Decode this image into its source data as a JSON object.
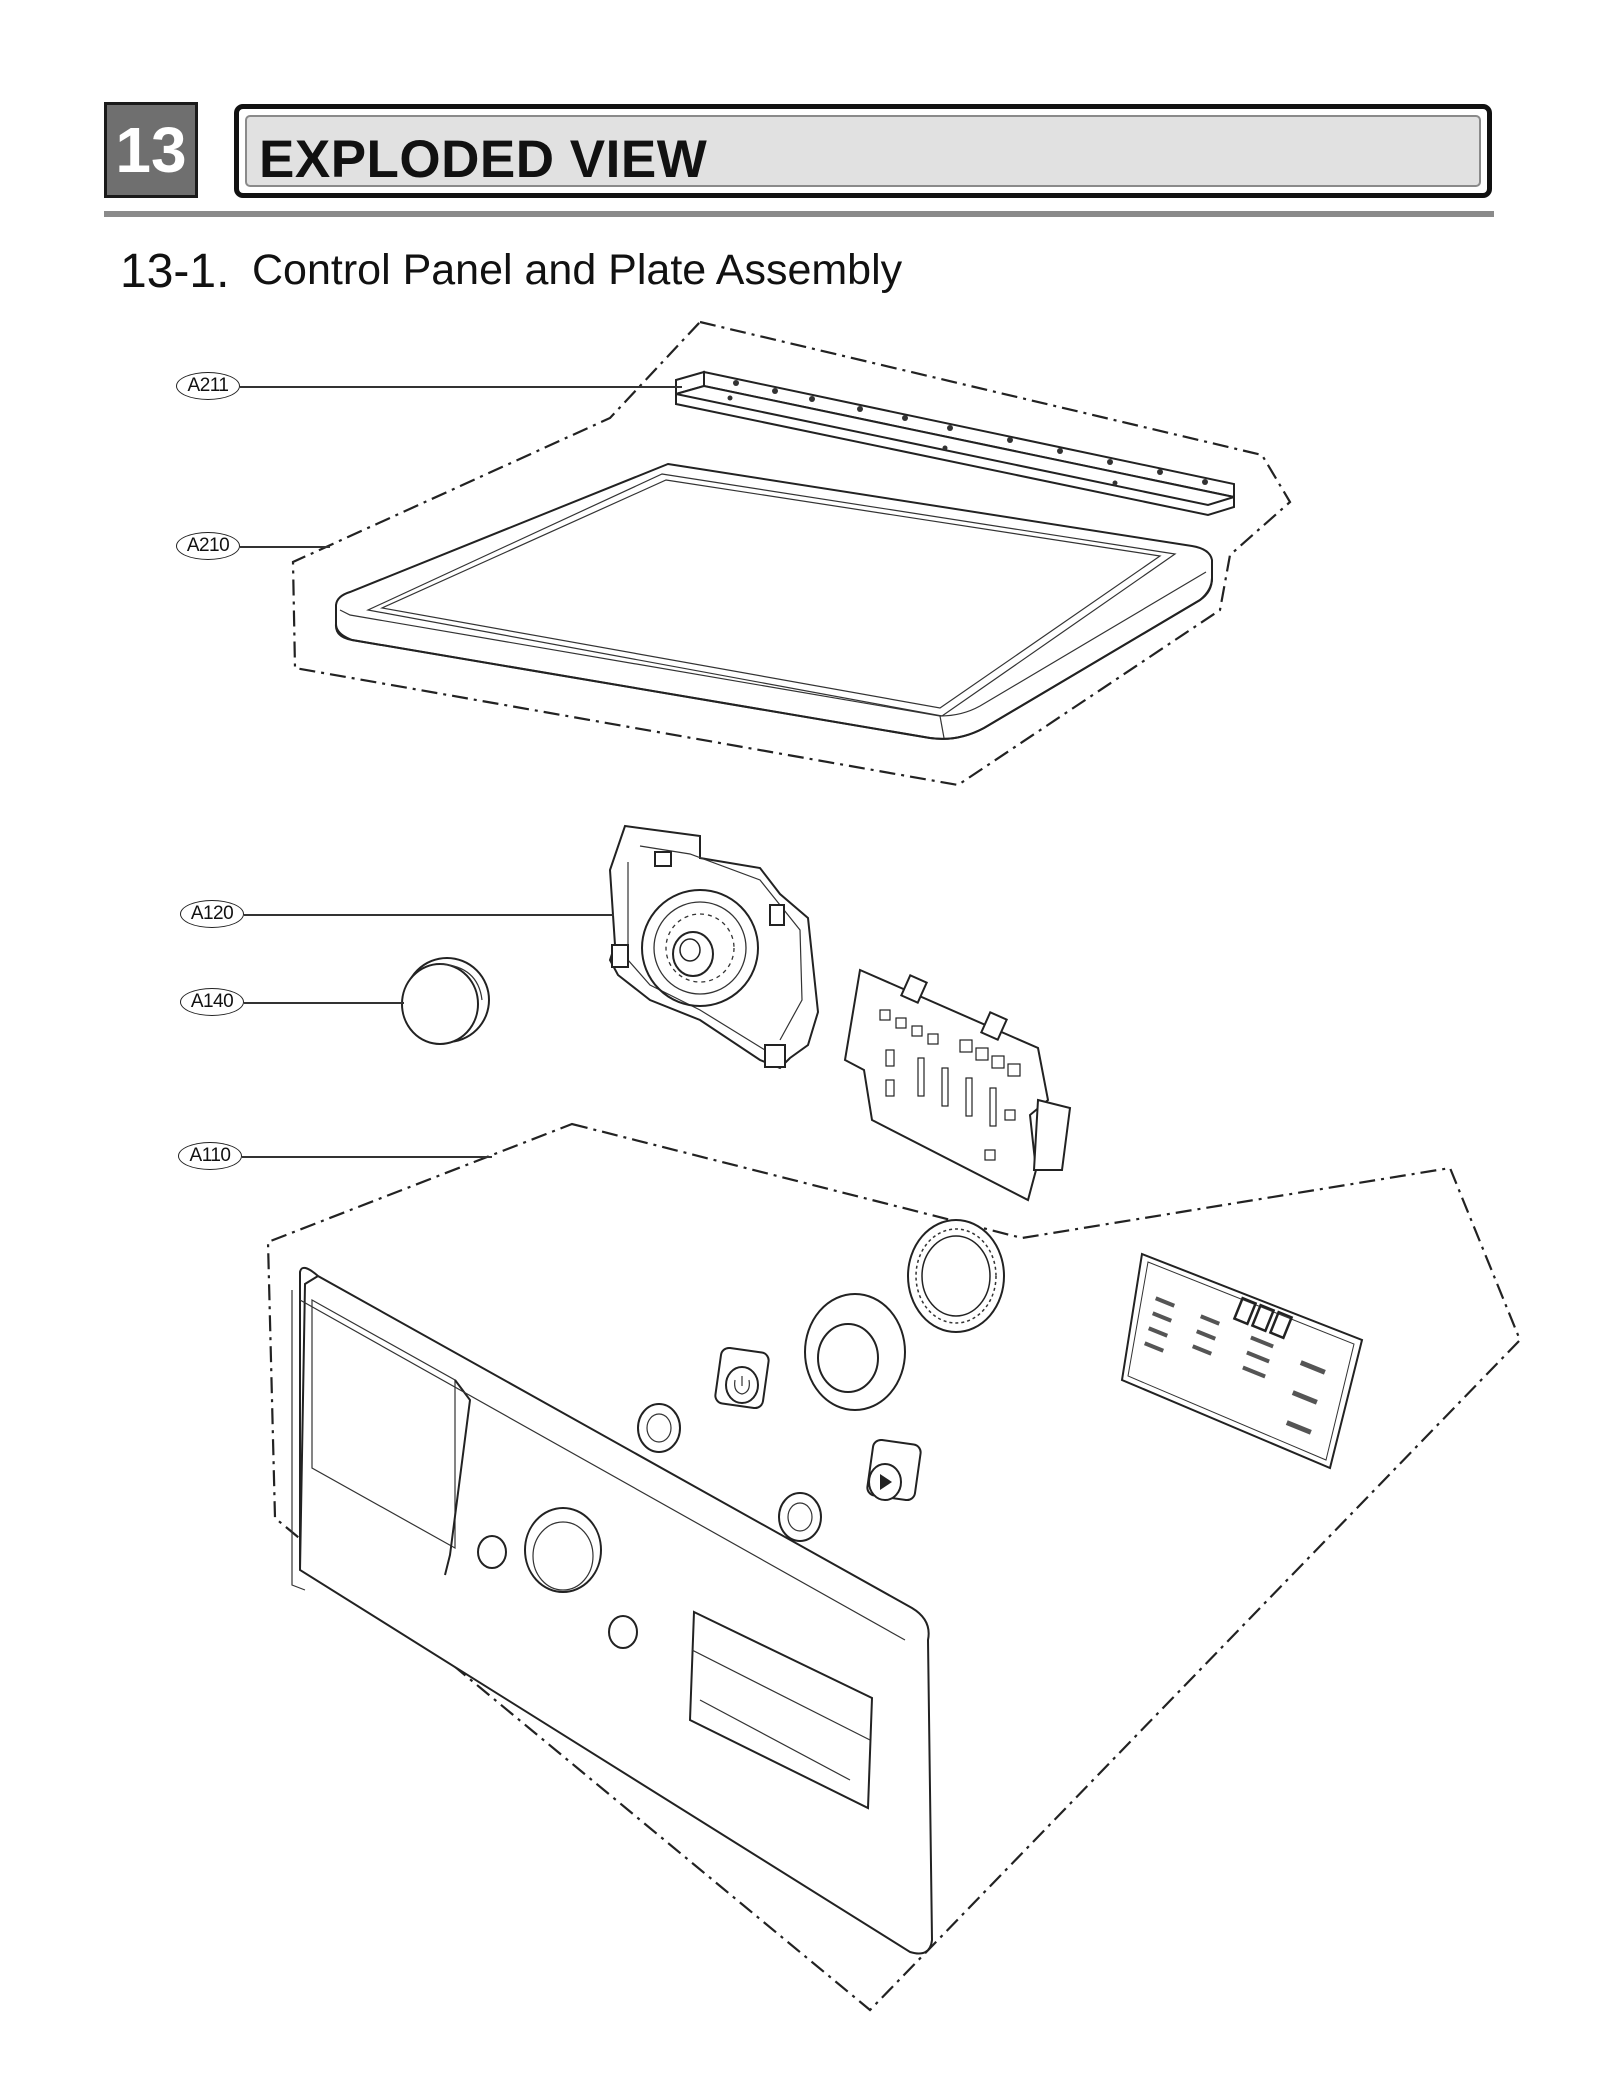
{
  "header": {
    "section_number": "13",
    "section_title": "EXPLODED VIEW"
  },
  "subsection": {
    "number": "13-1.",
    "title": "Control Panel and Plate Assembly"
  },
  "callouts": {
    "a211": "A211",
    "a210": "A210",
    "a120": "A120",
    "a140": "A140",
    "a110": "A110"
  }
}
